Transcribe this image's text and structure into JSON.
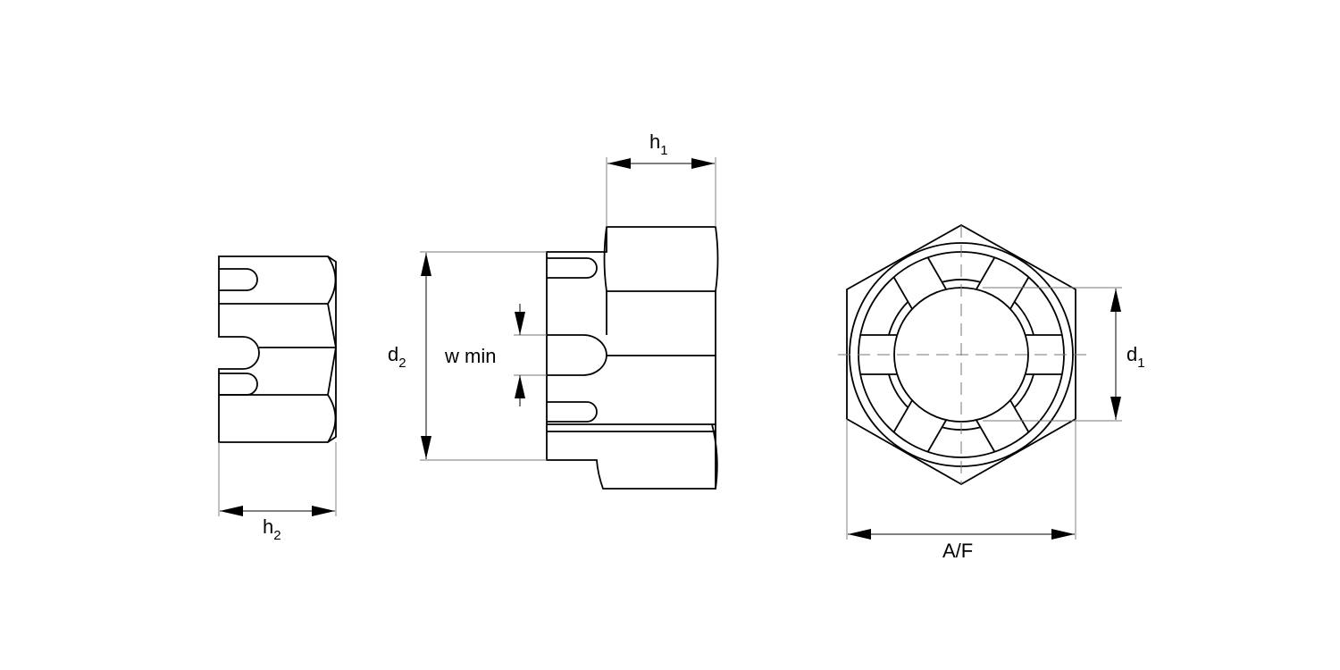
{
  "title": "Castle nut dimension drawing",
  "labels": {
    "h1": {
      "main": "h",
      "sub": "1"
    },
    "h2": {
      "main": "h",
      "sub": "2"
    },
    "d1": {
      "main": "d",
      "sub": "1"
    },
    "d2": {
      "main": "d",
      "sub": "2"
    },
    "w_min": "w min",
    "af": "A/F"
  },
  "colors": {
    "line": "#000000",
    "dim_line": "#777777",
    "background": "#ffffff"
  },
  "slot_count": 6
}
